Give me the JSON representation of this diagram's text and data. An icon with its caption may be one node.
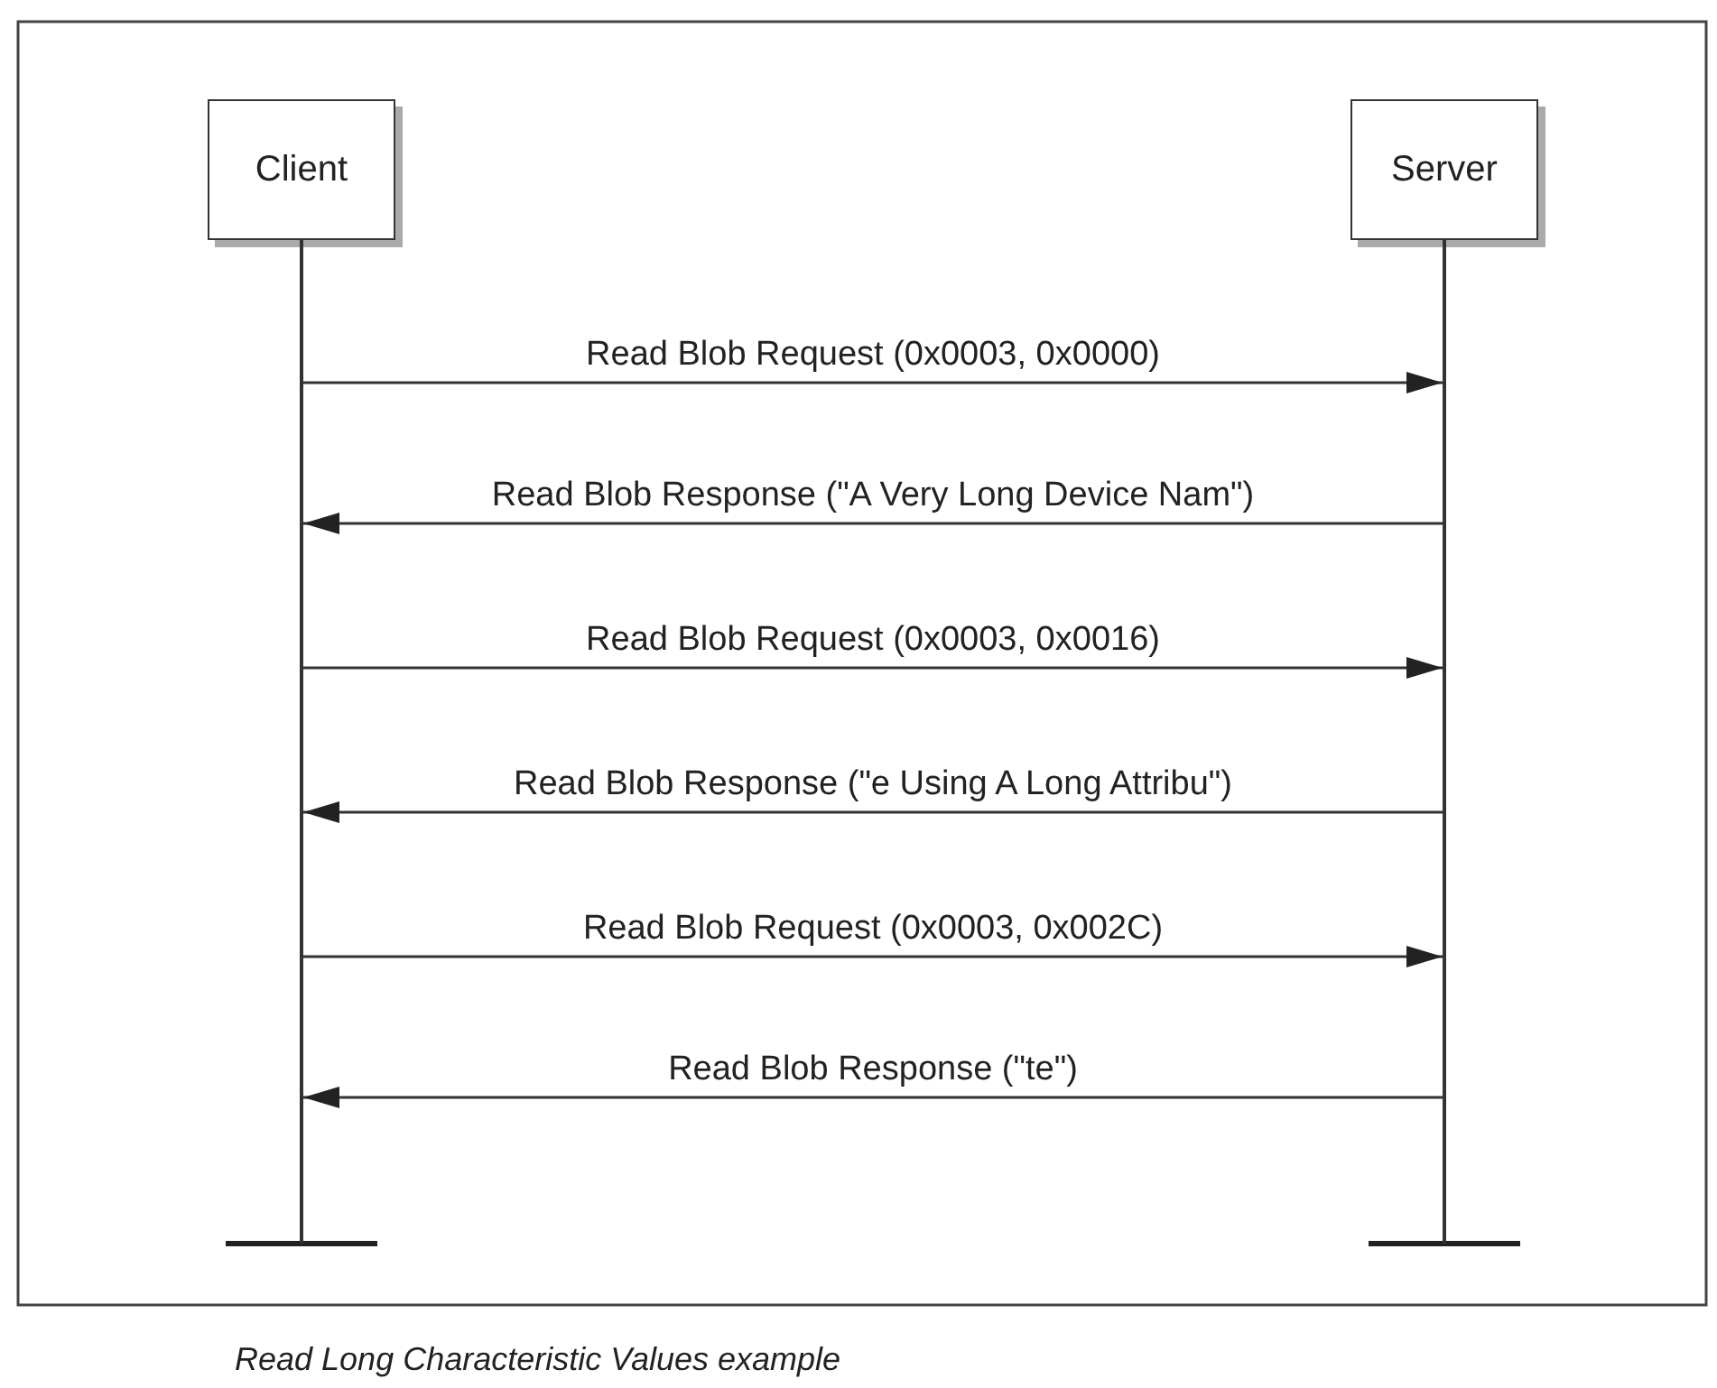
{
  "diagram": {
    "caption": "Read Long Characteristic Values example",
    "nodes": [
      {
        "text": [
          "Client"
        ]
      },
      {
        "text": [
          "Server"
        ]
      },
      {
        "text": [],
        "shape": "line"
      },
      {
        "text": [],
        "shape": "line"
      }
    ],
    "edges": [
      {
        "from": 2,
        "to": 3,
        "arrow": "to",
        "label": "Read Blob Request (0x0003, 0x0000)"
      },
      {
        "from": 3,
        "to": 2,
        "arrow": "to",
        "label": "Read Blob Response (\"A Very Long Device Nam\")"
      },
      {
        "from": 2,
        "to": 3,
        "arrow": "to",
        "label": "Read Blob Request (0x0003, 0x0016)"
      },
      {
        "from": 3,
        "to": 2,
        "arrow": "to",
        "label": "Read Blob Response (\"e Using A Long Attribu\")"
      },
      {
        "from": 2,
        "to": 3,
        "arrow": "to",
        "label": "Read Blob Request (0x0003, 0x002C)"
      },
      {
        "from": 3,
        "to": 2,
        "arrow": "to",
        "label": "Read Blob Response (\"te\")"
      }
    ]
  }
}
